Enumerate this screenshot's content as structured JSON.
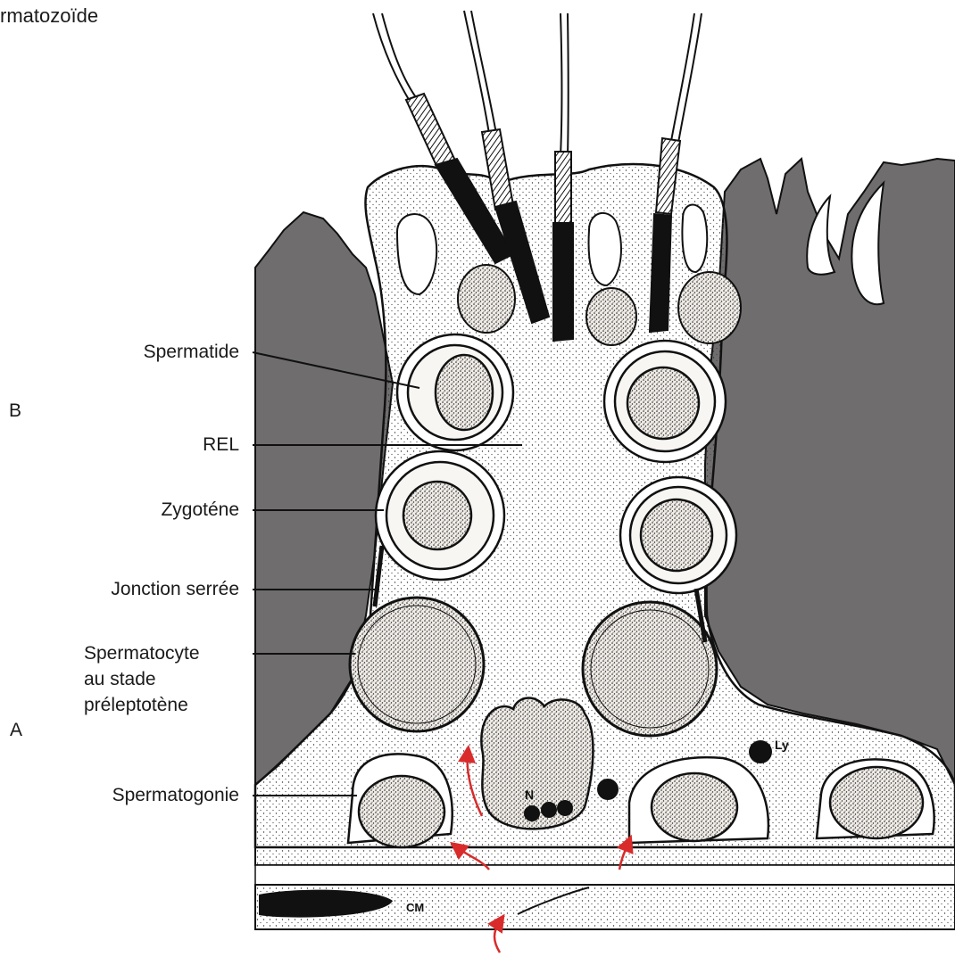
{
  "title": "rmatozoïde",
  "labels": {
    "spermatide": "Spermatide",
    "rel": "REL",
    "zygotene": "Zygoténe",
    "jonction": "Jonction serrée",
    "spermatocyte": [
      "Spermatocyte",
      "au stade",
      "préleptotène"
    ],
    "spermatogonie": "Spermatogonie"
  },
  "section_markers": {
    "b": "B",
    "a": "A"
  },
  "inner_labels": {
    "ly": "Ly",
    "n": "N",
    "cm": "CM"
  },
  "colors": {
    "background": "#ffffff",
    "lumen_gray": "#6f6d6d",
    "cell_fill": "#f4f2ef",
    "ink": "#111111",
    "arrow_red": "#d92b2b"
  }
}
